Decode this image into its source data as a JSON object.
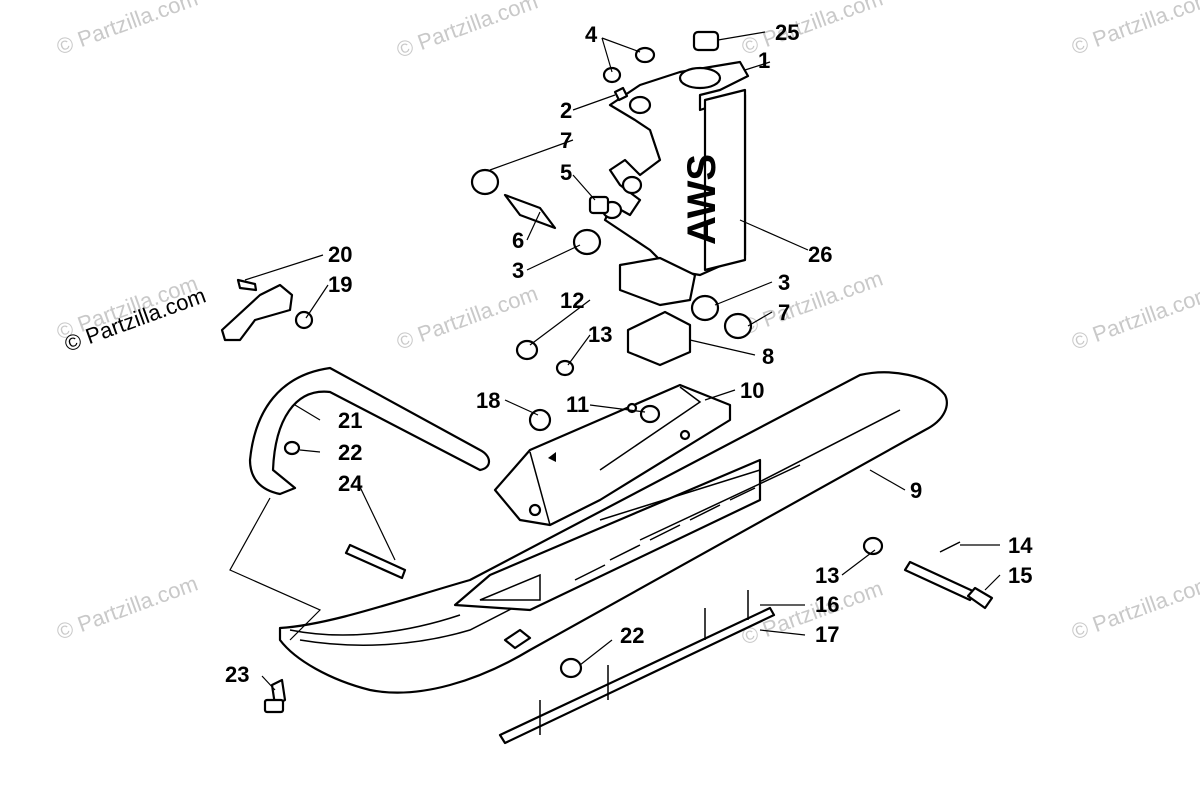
{
  "watermarks": [
    {
      "text": "© Partzilla.com"
    },
    {
      "text": "© Partzilla.com"
    },
    {
      "text": "© Partzilla.com"
    },
    {
      "text": "© Partzilla.com"
    },
    {
      "text": "© Partzilla.com"
    },
    {
      "text": "© Partzilla.com"
    },
    {
      "text": "© Partzilla.com"
    },
    {
      "text": "© Partzilla.com"
    },
    {
      "text": "© Partzilla.com"
    },
    {
      "text": "© Partzilla.com"
    },
    {
      "text": "© Partzilla.com"
    },
    {
      "text": "© Partzilla.com"
    }
  ],
  "logo_watermark": {
    "text": "© Partzilla.com"
  },
  "spindle_decal": {
    "text": "AWS"
  },
  "callouts": [
    {
      "number": "1"
    },
    {
      "number": "2"
    },
    {
      "number": "3"
    },
    {
      "number": "3"
    },
    {
      "number": "4"
    },
    {
      "number": "5"
    },
    {
      "number": "6"
    },
    {
      "number": "7"
    },
    {
      "number": "7"
    },
    {
      "number": "8"
    },
    {
      "number": "9"
    },
    {
      "number": "10"
    },
    {
      "number": "11"
    },
    {
      "number": "12"
    },
    {
      "number": "13"
    },
    {
      "number": "13"
    },
    {
      "number": "14"
    },
    {
      "number": "15"
    },
    {
      "number": "16"
    },
    {
      "number": "17"
    },
    {
      "number": "18"
    },
    {
      "number": "19"
    },
    {
      "number": "20"
    },
    {
      "number": "21"
    },
    {
      "number": "22"
    },
    {
      "number": "22"
    },
    {
      "number": "23"
    },
    {
      "number": "24"
    },
    {
      "number": "25"
    },
    {
      "number": "26"
    }
  ]
}
